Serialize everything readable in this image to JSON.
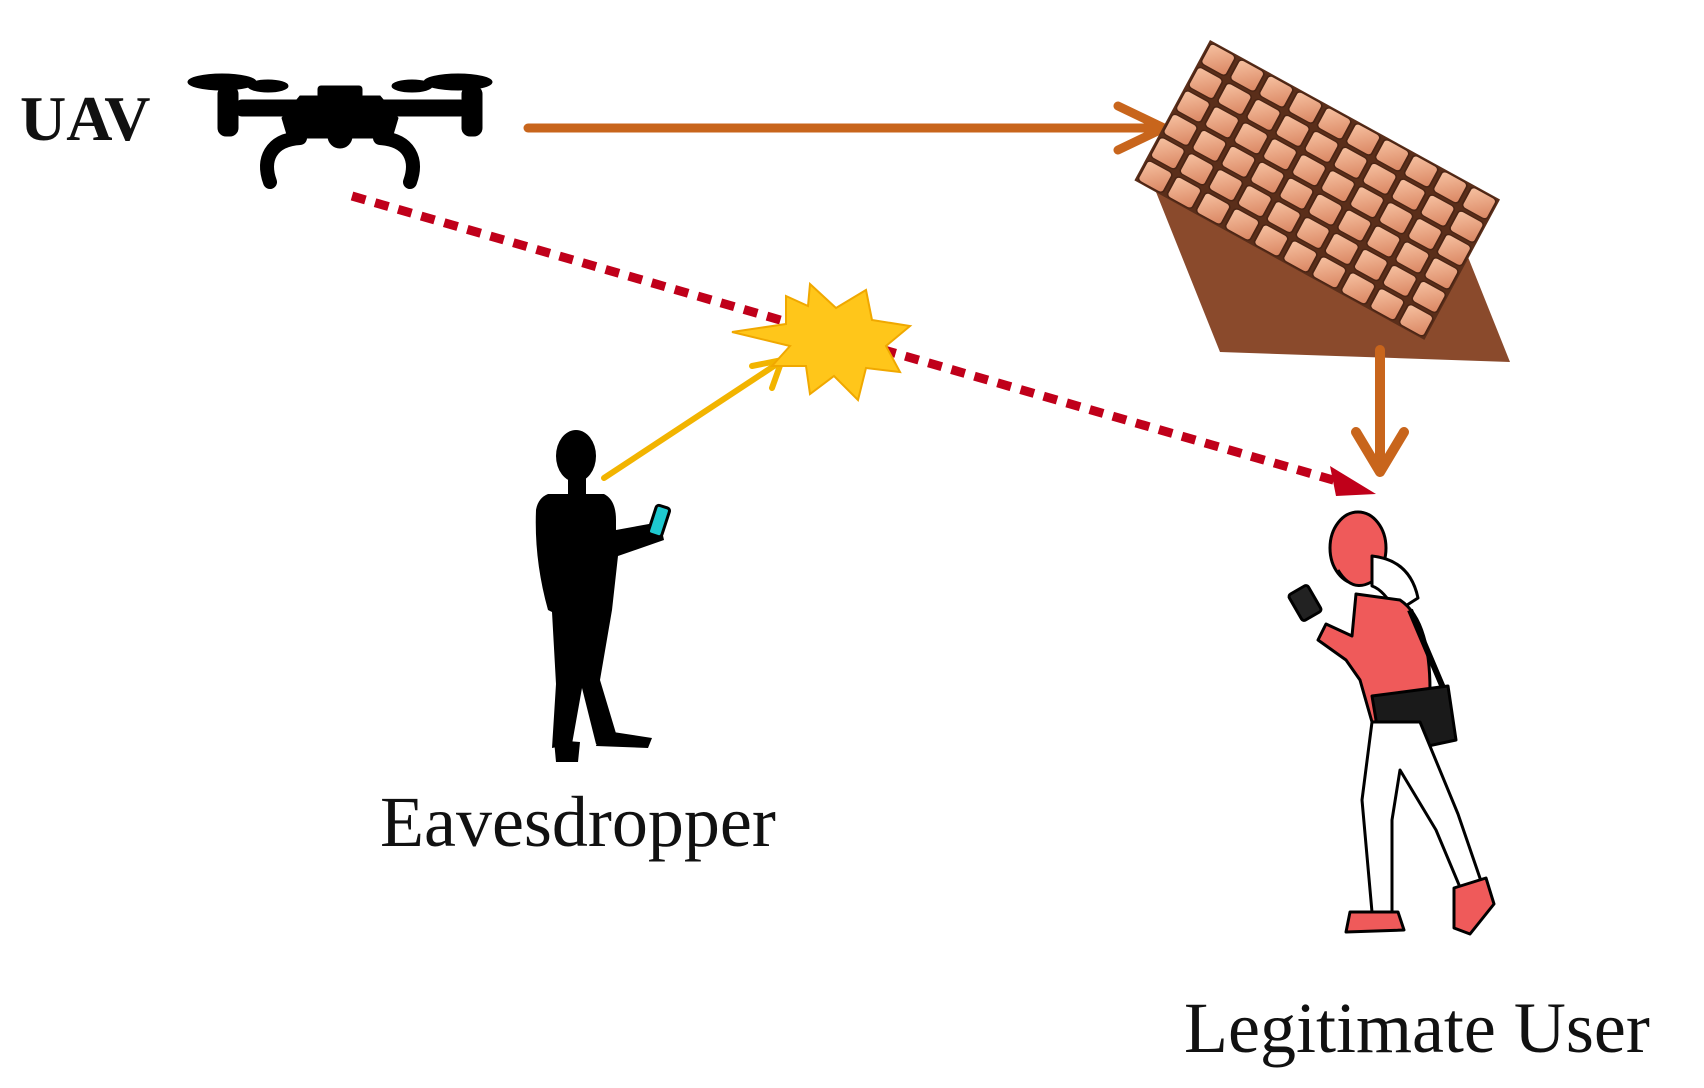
{
  "labels": {
    "uav": "UAV",
    "eavesdropper": "Eavesdropper",
    "legitimate_user": "Legitimate User"
  },
  "icons": {
    "uav": "drone-icon",
    "surface": "reflecting-surface-icon",
    "jamming": "jamming-burst-icon",
    "eavesdropper": "eavesdropper-silhouette-icon",
    "user": "legitimate-user-icon"
  },
  "colors": {
    "link": "#c8651c",
    "direct_link": "#c0001a",
    "jamming_link": "#f2b400",
    "burst": "#ffc61a",
    "surface": "#e8a07a",
    "user": "#ef5a5a"
  }
}
